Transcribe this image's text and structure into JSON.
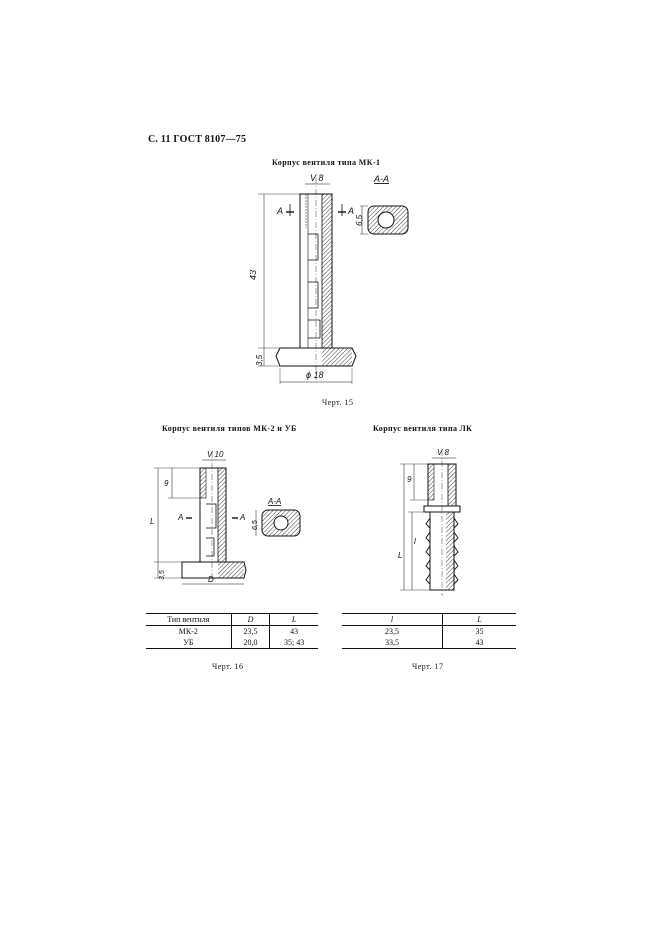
{
  "header": "С. 11 ГОСТ 8107—75",
  "figure15": {
    "title": "Корпус вентиля типа МК-1",
    "caption": "Черт. 15",
    "labels": {
      "thread": "V 8",
      "section": "А-А",
      "cut_left": "А",
      "cut_right": "А",
      "dim_height": "43",
      "dim_flange": "3,5",
      "dim_width": "6,5",
      "dim_diameter": "ϕ 18"
    }
  },
  "figure16": {
    "title": "Корпус вентиля типов МК-2 и УБ",
    "caption": "Черт. 16",
    "labels": {
      "thread": "V 10",
      "section": "А-А",
      "cut_left": "А",
      "cut_right": "А",
      "dim_top": "9",
      "dim_length": "L",
      "dim_flange": "3,5",
      "dim_width": "6,5",
      "dim_diameter": "D"
    },
    "table": {
      "headers": [
        "Тип вентиля",
        "D",
        "L"
      ],
      "rows": [
        [
          "МК-2",
          "23,5",
          "43"
        ],
        [
          "УБ",
          "20,0",
          "35; 43"
        ]
      ]
    }
  },
  "figure17": {
    "title": "Корпус вентиля типа ЛК",
    "caption": "Черт. 17",
    "labels": {
      "thread": "V 8",
      "dim_top": "9",
      "dim_l": "l",
      "dim_L": "L"
    },
    "table": {
      "headers": [
        "l",
        "L"
      ],
      "rows": [
        [
          "23,5",
          "35"
        ],
        [
          "33,5",
          "43"
        ]
      ]
    }
  }
}
